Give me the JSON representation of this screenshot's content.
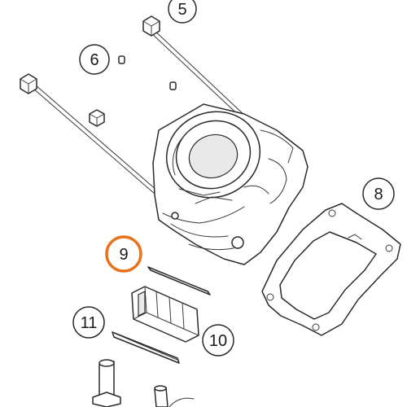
{
  "diagram": {
    "accent_color": "#E8731F",
    "callouts": [
      {
        "id": "5",
        "label": "5"
      },
      {
        "id": "6",
        "label": "6"
      },
      {
        "id": "8",
        "label": "8"
      },
      {
        "id": "9",
        "label": "9",
        "highlighted": true
      },
      {
        "id": "10",
        "label": "10"
      },
      {
        "id": "11",
        "label": "11"
      }
    ]
  }
}
